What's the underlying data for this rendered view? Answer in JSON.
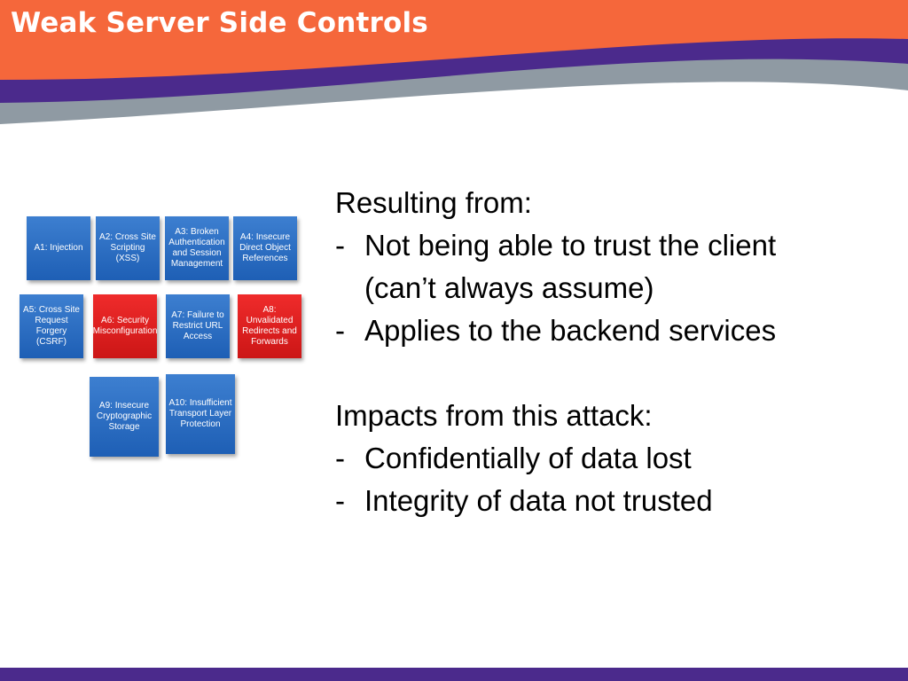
{
  "slide": {
    "title": "Weak Server Side Controls",
    "colors": {
      "header": "#f5673b",
      "accent_purple": "#4b2a8c",
      "accent_gray": "#8f9aa3"
    }
  },
  "owasp_tiles": [
    {
      "label": "A1: Injection",
      "color": "blue"
    },
    {
      "label": "A2: Cross Site Scripting (XSS)",
      "color": "blue"
    },
    {
      "label": "A3: Broken Authentication and Session Management",
      "color": "blue"
    },
    {
      "label": "A4: Insecure Direct Object References",
      "color": "blue"
    },
    {
      "label": "A5: Cross Site Request Forgery (CSRF)",
      "color": "blue"
    },
    {
      "label": "A6: Security Misconfiguration",
      "color": "red"
    },
    {
      "label": "A7: Failure to Restrict URL Access",
      "color": "blue"
    },
    {
      "label": "A8: Unvalidated Redirects and Forwards",
      "color": "red"
    },
    {
      "label": "A9: Insecure Cryptographic Storage",
      "color": "blue"
    },
    {
      "label": "A10: Insufficient Transport Layer Protection",
      "color": "blue"
    }
  ],
  "content": {
    "section1": {
      "heading": "Resulting from:",
      "bullets": [
        {
          "dash": "-",
          "lines": [
            "Not being able to trust the client",
            "(can’t always assume)"
          ]
        },
        {
          "dash": "-",
          "lines": [
            "Applies to the backend services"
          ]
        }
      ]
    },
    "section2": {
      "heading": "Impacts from this attack:",
      "bullets": [
        {
          "dash": "-",
          "lines": [
            "Confidentially of data lost"
          ]
        },
        {
          "dash": "-",
          "lines": [
            "Integrity of data not trusted"
          ]
        }
      ]
    }
  }
}
